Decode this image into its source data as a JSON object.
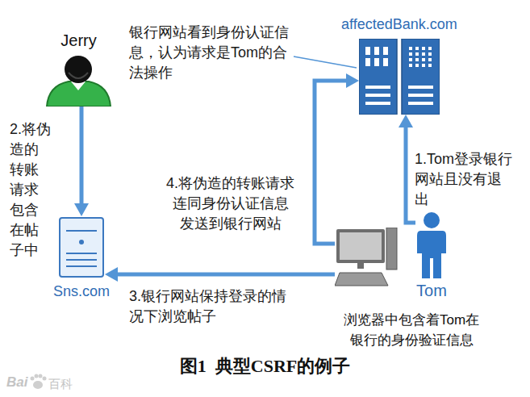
{
  "diagram": {
    "caption": "图1  典型CSRF的例子",
    "nodes": [
      {
        "text": [
          "Jerry"
        ]
      },
      {
        "text": [
          "affectedBank.com"
        ]
      },
      {
        "text": [
          "Sns.com"
        ]
      },
      {
        "text": [
          "浏览器中包含着Tom在银行的身份验证信息"
        ]
      },
      {
        "text": [
          "Tom"
        ]
      }
    ],
    "edges": [
      {
        "from": 0,
        "to": 2,
        "arrow": "to",
        "label": "2.将伪造的转账请求包含在帖子中"
      },
      {
        "from": 4,
        "to": 1,
        "arrow": "to",
        "label": "1.Tom登录银行网站且没有退出"
      },
      {
        "from": 3,
        "to": 2,
        "arrow": "to",
        "label": "3.银行网站保持登录的情况下浏览帖子"
      },
      {
        "from": 3,
        "to": 1,
        "arrow": "to",
        "label": "4.将伪造的转账请求连同身份认证信息发送到银行网站"
      }
    ],
    "labels": [
      "银行网站看到身份认证信息，认为请求是Tom的合法操作",
      "Bai",
      "百科"
    ]
  }
}
